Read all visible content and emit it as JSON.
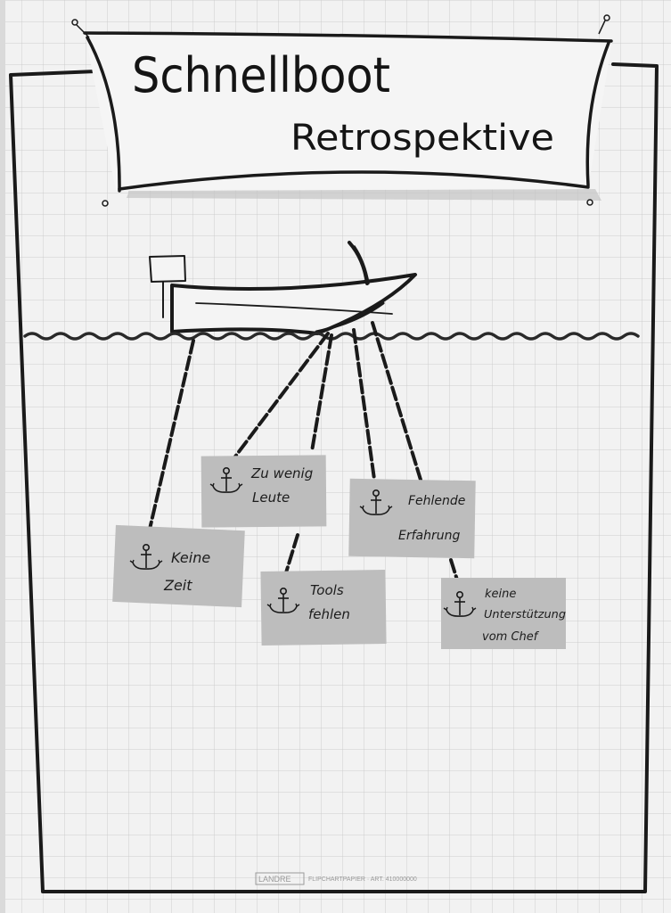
{
  "banner": {
    "line1": "Schnellboot",
    "line2": "Retrospektive"
  },
  "notes": [
    {
      "id": "zu-wenig-leute",
      "lines": [
        "Zu wenig",
        "Leute"
      ]
    },
    {
      "id": "fehlende-erfahrung",
      "lines": [
        "Fehlende",
        "Erfahrung"
      ]
    },
    {
      "id": "keine-zeit",
      "lines": [
        "Keine",
        "Zeit"
      ]
    },
    {
      "id": "tools-fehlen",
      "lines": [
        "Tools",
        "fehlen"
      ]
    },
    {
      "id": "keine-unterstuetzung",
      "lines": [
        "keine",
        "Unterstützung",
        "vom Chef"
      ]
    }
  ],
  "footer": {
    "brand": "LANDRE",
    "label": "FLIPCHARTPAPIER · ART. 410000000"
  },
  "colors": {
    "paper": "#f3f3f3",
    "grid": "#cfcfcf",
    "ink": "#1a1a1a",
    "sticky": "#bdbdbd"
  }
}
